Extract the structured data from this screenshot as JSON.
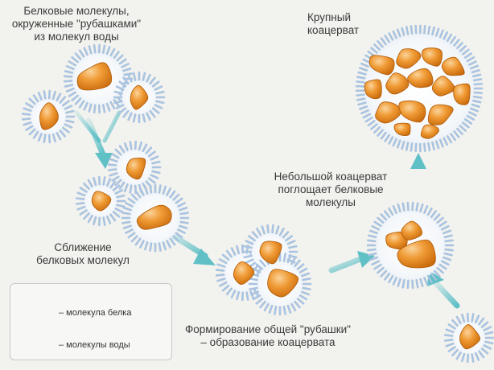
{
  "labels": {
    "protein_molecules": "Белковые молекулы,\nокруженные \"рубашками\"\nиз молекул воды",
    "convergence": "Сближение\nбелковых молекул",
    "common_shirt": "Формирование общей \"рубашки\"\n– образование коацервата",
    "small_absorbs": "Небольшой коацерват\nпоглощает белковые\nмолекулы",
    "large_coacervate": "Крупный\nкоацерват"
  },
  "legend": {
    "protein": "– молекула белка",
    "water": "– молекулы воды"
  },
  "colors": {
    "protein_fill": "#e9871e",
    "protein_edge": "#b05a08",
    "water": "#a9c3e0",
    "arrow": "#5fc0c6",
    "background": "#f2f2ef"
  }
}
